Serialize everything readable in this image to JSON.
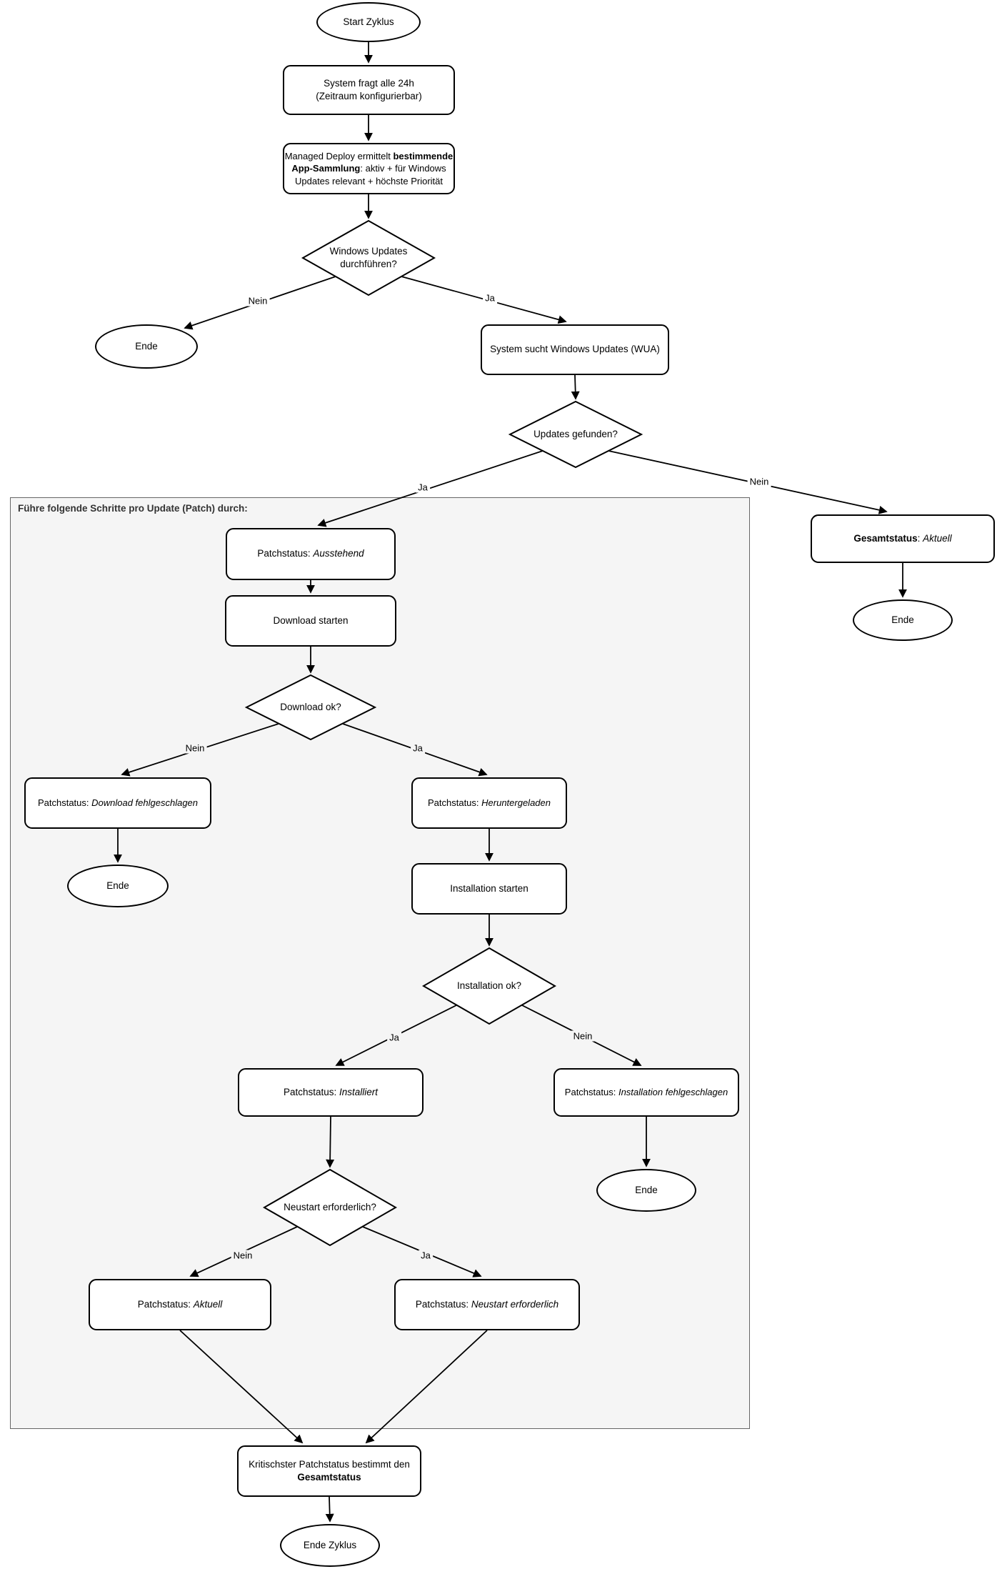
{
  "container": {
    "title": "Führe folgende Schritte pro Update (Patch) durch:"
  },
  "nodes": {
    "start": {
      "label": "Start Zyklus"
    },
    "poll": {
      "line1": "System fragt alle 24h",
      "line2": "(Zeitraum konfigurierbar)"
    },
    "collection": {
      "l1_pre": "Managed Deploy ermittelt ",
      "l1_bold": "bestimmende",
      "l2_bold": "App-Sammlung",
      "l2_post": ": aktiv + für Windows",
      "l3": "Updates relevant + höchste Priorität"
    },
    "d1": {
      "label": "Windows Updates durchführen?"
    },
    "ende1": {
      "label": "Ende"
    },
    "wua": {
      "label": "System sucht Windows Updates (WUA)"
    },
    "d2": {
      "label": "Updates gefunden?"
    },
    "status_ausstehend": {
      "prefix": "Patchstatus: ",
      "value": "Ausstehend"
    },
    "download_start": {
      "label": "Download starten"
    },
    "d3": {
      "label": "Download ok?"
    },
    "status_dl_failed": {
      "prefix": "Patchstatus: ",
      "value": "Download fehlgeschlagen"
    },
    "ende2": {
      "label": "Ende"
    },
    "status_downloaded": {
      "prefix": "Patchstatus: ",
      "value": "Heruntergeladen"
    },
    "install_start": {
      "label": "Installation starten"
    },
    "d4": {
      "label": "Installation ok?"
    },
    "status_installed": {
      "prefix": "Patchstatus: ",
      "value": "Installiert"
    },
    "status_inst_failed": {
      "prefix": "Patchstatus: ",
      "value": "Installation fehlgeschlagen"
    },
    "ende3": {
      "label": "Ende"
    },
    "d5": {
      "label": "Neustart erforderlich?"
    },
    "status_aktuell": {
      "prefix": "Patchstatus: ",
      "value": "Aktuell"
    },
    "status_restart": {
      "prefix": "Patchstatus: ",
      "value": "Neustart erforderlich"
    },
    "final": {
      "line1": "Kritischster Patchstatus bestimmt den",
      "line2_bold": "Gesamtstatus"
    },
    "ende_zyklus": {
      "label": "Ende Zyklus"
    },
    "gesamt_aktuell": {
      "bold": "Gesamtstatus",
      "sep": ": ",
      "value": "Aktuell"
    },
    "ende4": {
      "label": "Ende"
    }
  },
  "edge_labels": {
    "d1_nein": "Nein",
    "d1_ja": "Ja",
    "d2_ja": "Ja",
    "d2_nein": "Nein",
    "d3_nein": "Nein",
    "d3_ja": "Ja",
    "d4_ja": "Ja",
    "d4_nein": "Nein",
    "d5_nein": "Nein",
    "d5_ja": "Ja"
  },
  "colors": {
    "node_fill": "#ffffff",
    "node_border": "#000000",
    "line": "#000000",
    "container_fill": "#f5f5f5",
    "container_border": "#666666"
  }
}
